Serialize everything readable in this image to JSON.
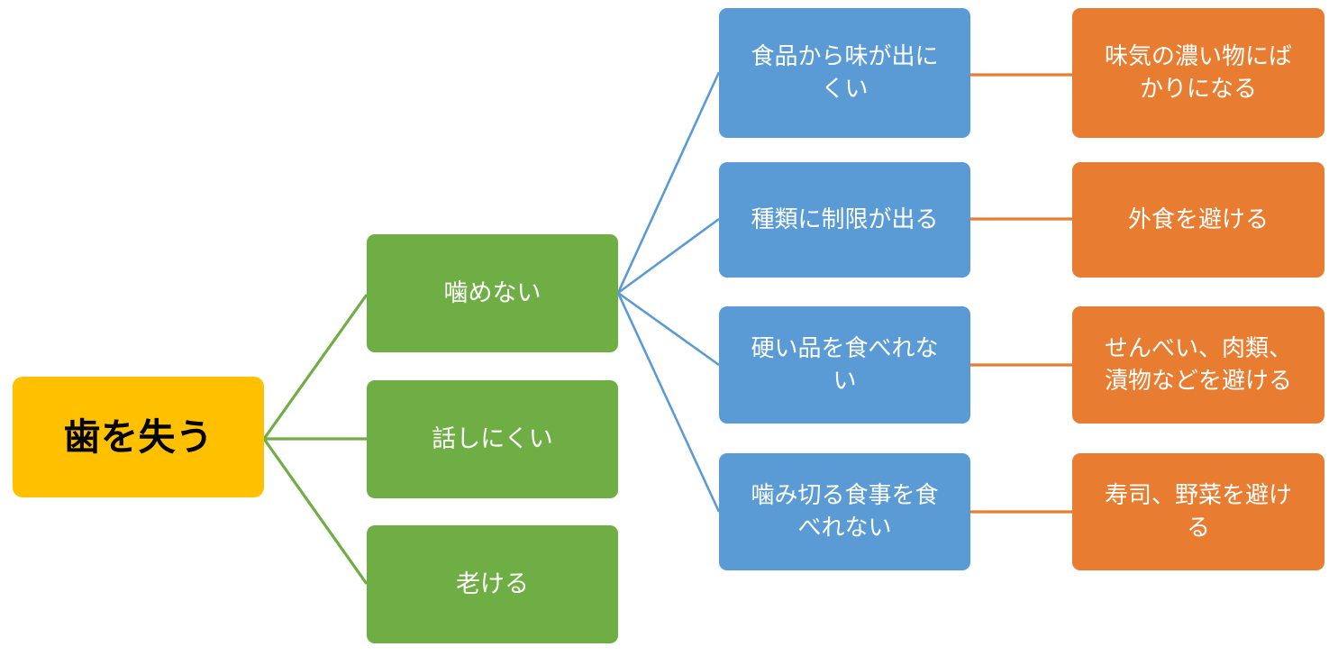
{
  "diagram": {
    "type": "mind-map",
    "title": "歯を失う",
    "background_color": "#FFFFFF",
    "colors": {
      "root": "#FFC000",
      "level1": "#6FAE44",
      "level2": "#5B9BD5",
      "level3": "#E87D32",
      "root_text": "#000000",
      "node_text": "#FFFFFF"
    },
    "root": {
      "label": "歯を失う"
    },
    "level1": [
      {
        "label": "噛めない"
      },
      {
        "label": "話しにくい"
      },
      {
        "label": "老ける"
      }
    ],
    "level2": [
      {
        "label": "食品から味が出に\nくい"
      },
      {
        "label": "種類に制限が出る"
      },
      {
        "label": "硬い品を食べれな\nい"
      },
      {
        "label": "噛み切る食事を食\nべれない"
      }
    ],
    "level3": [
      {
        "label": "味気の濃い物にば\nかりになる"
      },
      {
        "label": "外食を避ける"
      },
      {
        "label": "せんべい、肉類、\n漬物などを避ける"
      },
      {
        "label": "寿司、野菜を避け\nる"
      }
    ]
  }
}
